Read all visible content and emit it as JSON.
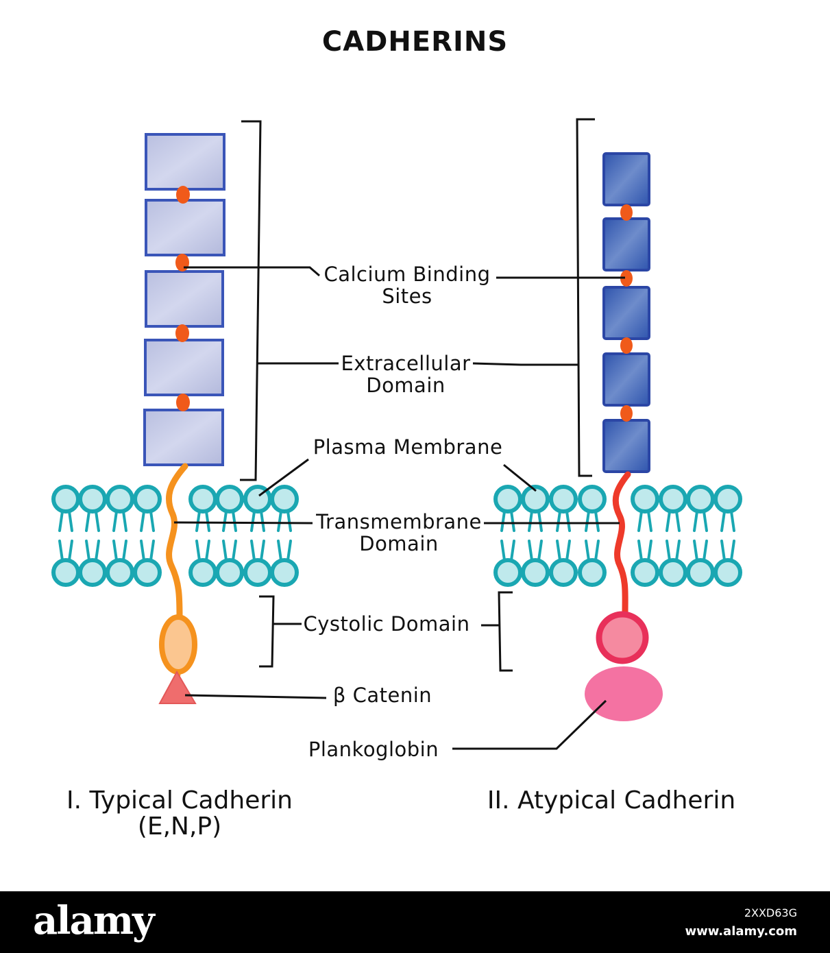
{
  "title": "CADHERINS",
  "labels": {
    "calcium_binding_sites": [
      "Calcium Binding",
      "Sites"
    ],
    "extracellular_domain": [
      "Extracellular",
      "Domain"
    ],
    "plasma_membrane": "Plasma Membrane",
    "transmembrane_domain": [
      "Transmembrane",
      "Domain"
    ],
    "cystolic_domain": "Cystolic Domain",
    "beta_catenin": "β Catenin",
    "plankoglobin": "Plankoglobin"
  },
  "captions": {
    "typical": [
      "I. Typical Cadherin",
      "(E,N,P)"
    ],
    "atypical": "II. Atypical Cadherin"
  },
  "footer": {
    "brand": "alamy",
    "image_id": "2XXD63G",
    "site": "www.alamy.com"
  },
  "colors": {
    "domain_block_fill": "#c3c8e4",
    "domain_block_border": "#3a55b8",
    "atypical_block_fill": "#3f63b4",
    "calcium_site": "#f05a1a",
    "lipid_head": "#1aa7b2",
    "lipid_head_inner": "#bfe9ec",
    "typical_tail": "#f5921e",
    "atypical_tail": "#ee3a2a",
    "beta_catenin": "#ef6d6d",
    "plankoglobin": "#f472a2",
    "atypical_cytosolic": "#e8305a",
    "footer_bg": "#000000"
  }
}
